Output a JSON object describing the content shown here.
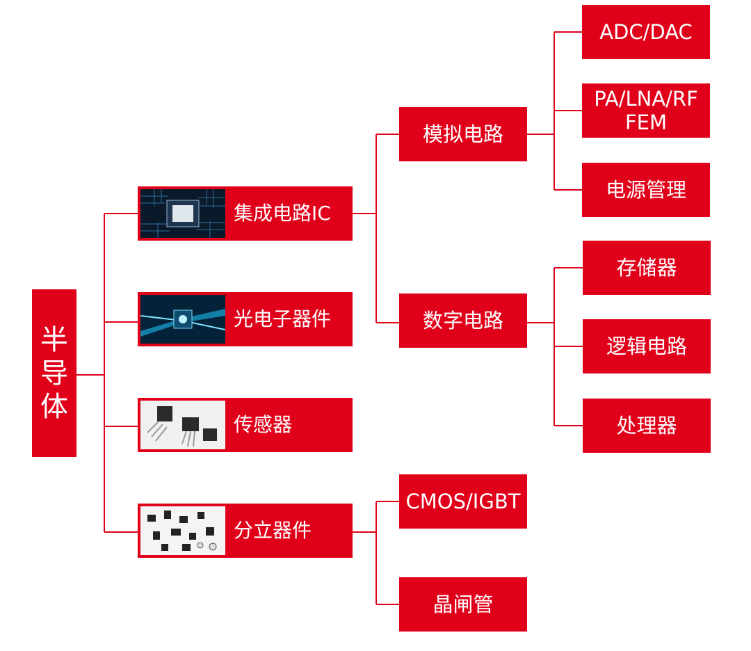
{
  "colors": {
    "accent": "#e1001a",
    "text": "#ffffff"
  },
  "root": {
    "label": "半\n导\n体"
  },
  "level1": [
    {
      "label": "集成电路IC",
      "icon": "chip-photo"
    },
    {
      "label": "光电子器件",
      "icon": "optoelectronic-photo"
    },
    {
      "label": "传感器",
      "icon": "sensor-photo"
    },
    {
      "label": "分立器件",
      "icon": "discrete-components-photo"
    }
  ],
  "level2": [
    {
      "label": "模拟电路"
    },
    {
      "label": "数字电路"
    },
    {
      "label": "CMOS/IGBT"
    },
    {
      "label": "晶闸管"
    }
  ],
  "level3": [
    {
      "label": "ADC/DAC"
    },
    {
      "label": "PA/LNA/RF\nFEM"
    },
    {
      "label": "电源管理"
    },
    {
      "label": "存储器"
    },
    {
      "label": "逻辑电路"
    },
    {
      "label": "处理器"
    }
  ]
}
